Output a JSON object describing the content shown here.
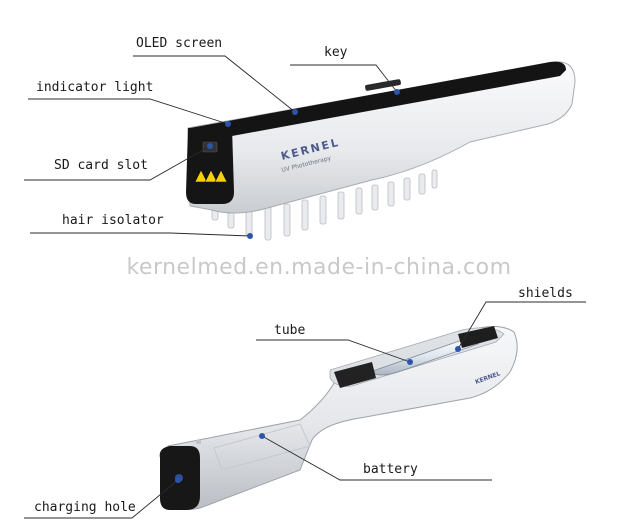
{
  "watermark": "kernelmed.en.made-in-china.com",
  "device": {
    "brand": "KERNEL",
    "subtitle": "UV Phototherapy",
    "warning_color": "#f5d10a",
    "body_color": "#eceef0",
    "screen_color": "#111111"
  },
  "labels": {
    "oled_screen": "OLED screen",
    "key": "key",
    "indicator_light": "indicator light",
    "sd_card_slot": "SD card slot",
    "hair_isolator": "hair isolator",
    "shields": "shields",
    "tube": "tube",
    "battery": "battery",
    "charging_hole": "charging hole"
  }
}
